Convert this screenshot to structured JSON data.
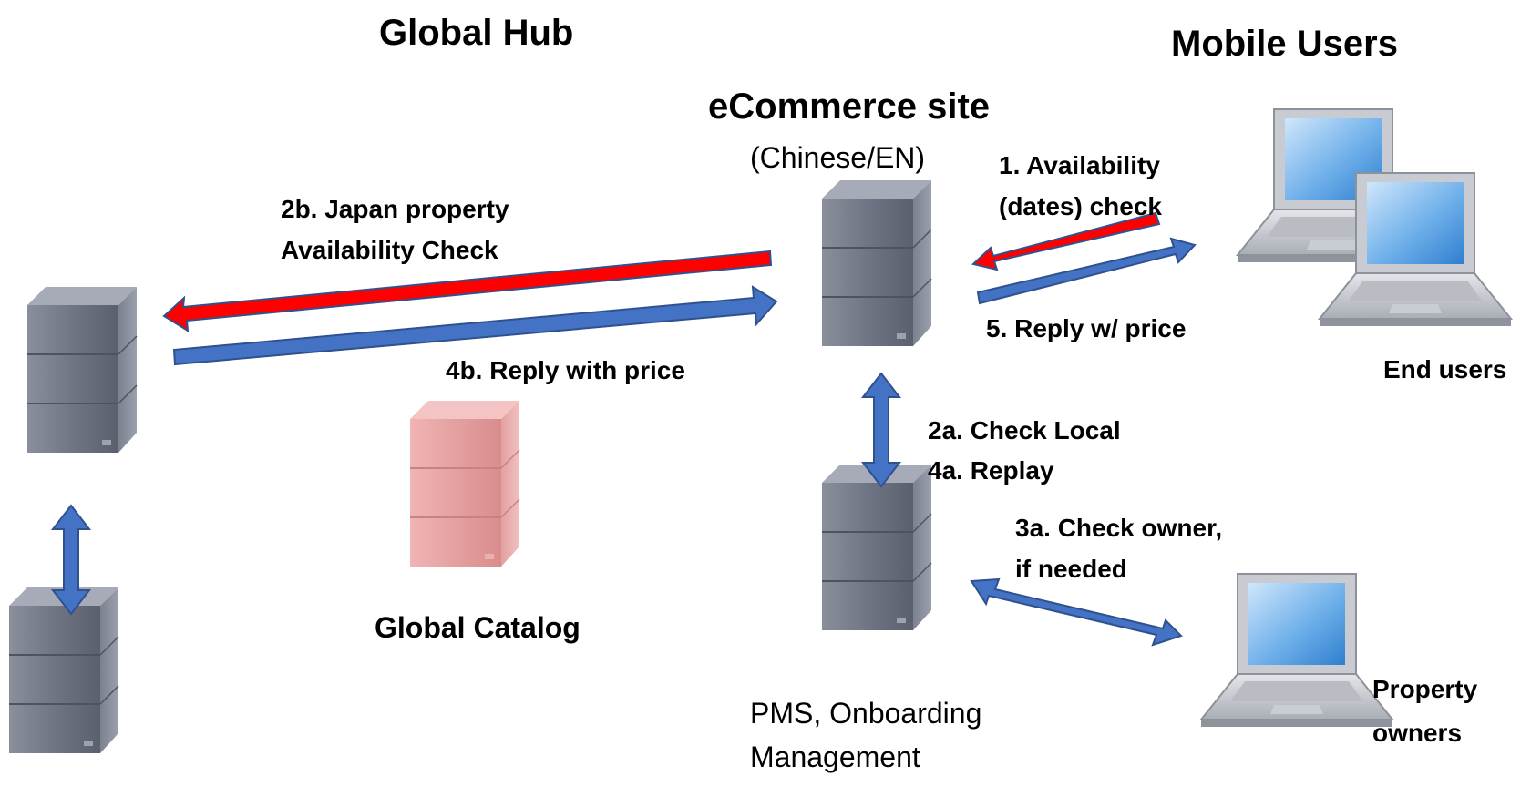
{
  "headings": {
    "global_hub": "Global Hub",
    "mobile_users": "Mobile Users",
    "ecommerce_site": "eCommerce site",
    "ecommerce_sub": "(Chinese/EN)",
    "global_catalog": "Global Catalog",
    "pms_line1": "PMS, Onboarding",
    "pms_line2": "Management",
    "end_users": "End users",
    "property_owners_line1": "Property",
    "property_owners_line2": "owners"
  },
  "steps": {
    "s1_line1": "1. Availability",
    "s1_line2": "(dates) check",
    "s2b_line1": "2b. Japan property",
    "s2b_line2": "Availability Check",
    "s4b": "4b. Reply with price",
    "s5": "5. Reply  w/ price",
    "s2a": "2a. Check Local",
    "s4a": "4a. Replay",
    "s3a_line1": "3a. Check owner,",
    "s3a_line2": "if needed"
  },
  "colors": {
    "request_arrow": "#ff0000",
    "reply_arrow": "#4472c4",
    "arrow_outline": "#2f528f",
    "server_gray": "#6e7483",
    "catalog_pink": "#e8a0a0",
    "screen_blue": "#5b9bd5"
  }
}
